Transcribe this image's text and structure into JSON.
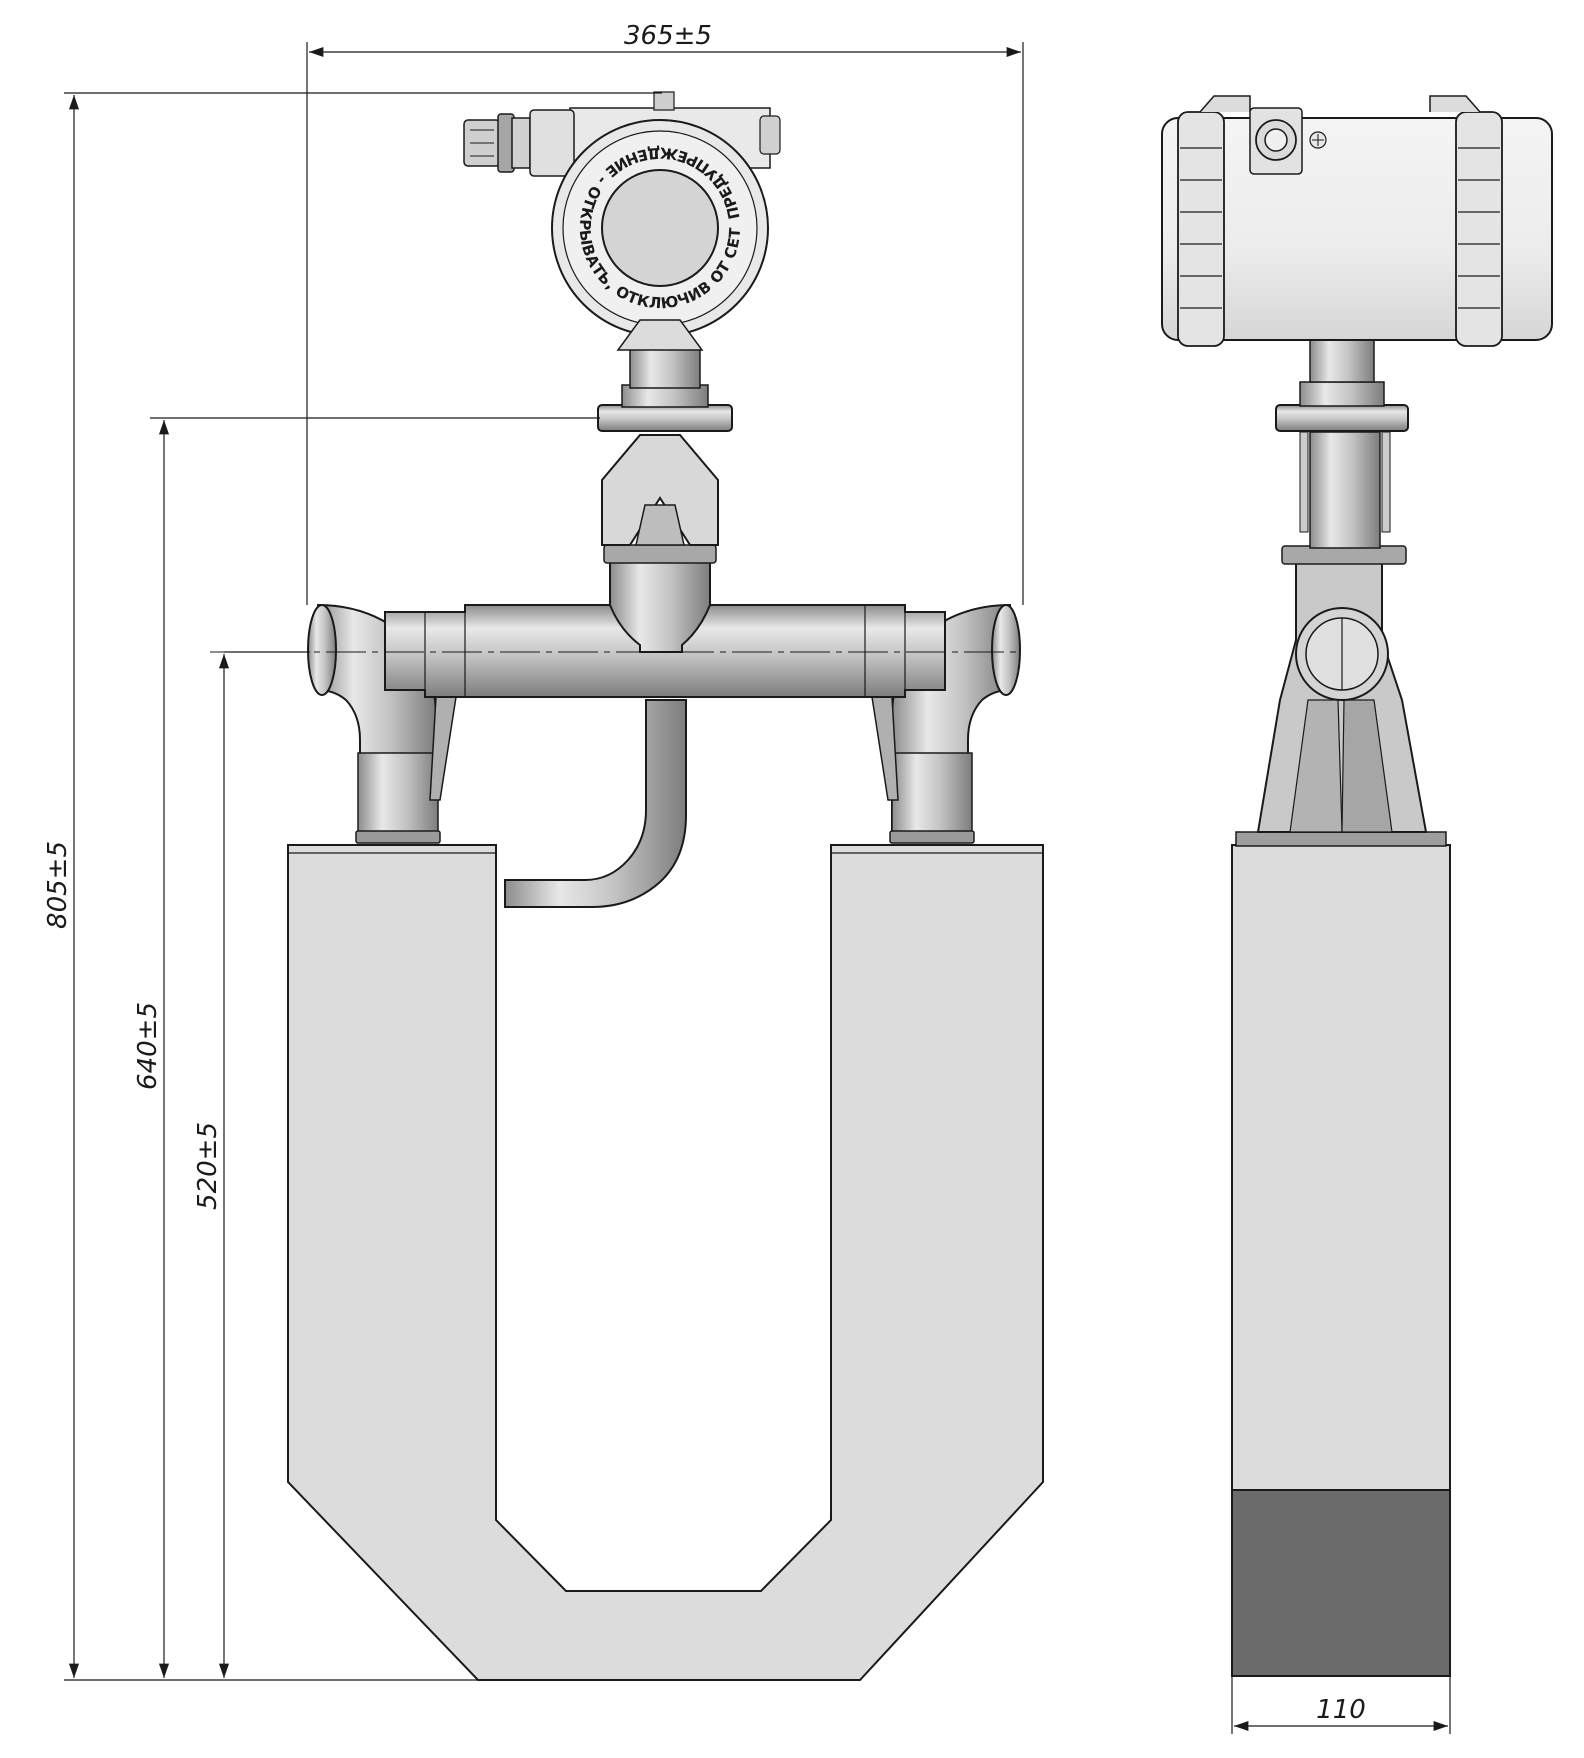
{
  "dimensions": {
    "overall_width": "365±5",
    "overall_height": "805±5",
    "height_to_flange": "640±5",
    "height_to_axis": "520±5",
    "side_width": "110"
  },
  "cover_warning": "ПРЕДУПРЕЖДЕНИЕ - ОТКРЫВАТЬ, ОТКЛЮЧИВ ОТ СЕТИ",
  "colors": {
    "line": "#1a1a1a",
    "body_fill": "#dcdcdc",
    "metal_light": "#e6e6e6",
    "metal_mid": "#bdbdbd",
    "metal_dark": "#8a8a8a",
    "base_dark": "#6b6b6b"
  }
}
